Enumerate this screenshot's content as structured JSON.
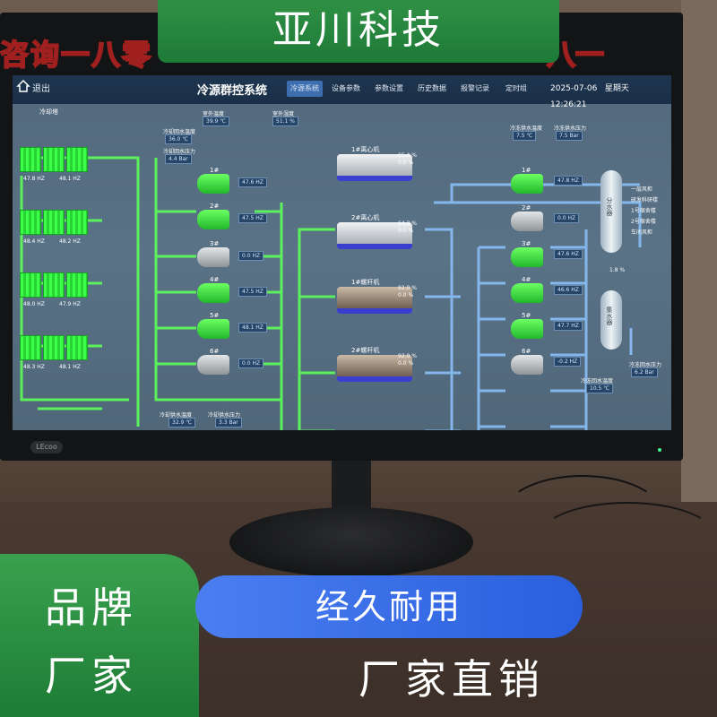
{
  "overlay": {
    "top_banner": "亚川科技",
    "consult_left": "咨询一八零",
    "consult_right": "一八一",
    "brand_line1": "品牌",
    "brand_line2": "厂家",
    "durable": "经久耐用",
    "direct_sale": "厂家直销",
    "bezel_logo": "LEcoo"
  },
  "hmi": {
    "exit": "退出",
    "title": "冷源群控系统",
    "tabs": [
      "冷源系统",
      "设备参数",
      "参数设置",
      "历史数据",
      "报警记录",
      "定时组"
    ],
    "date": "2025-07-06",
    "weekday": "星期天",
    "time": "12:26:21",
    "cooling_tower_label": "冷却塔",
    "top_readouts": [
      {
        "label": "室外温度",
        "value": "39.9 ℃"
      },
      {
        "label": "室外湿度",
        "value": "51.1 %"
      }
    ],
    "cooling_water": [
      {
        "label": "冷却回水温度",
        "value": "36.0 ℃"
      },
      {
        "label": "冷却回水压力",
        "value": "4.4 Bar"
      }
    ],
    "tower_freqs": [
      "47.8 HZ",
      "48.1 HZ",
      "48.4 HZ",
      "48.2 HZ",
      "48.0 HZ",
      "47.9 HZ",
      "48.3 HZ",
      "48.1 HZ"
    ],
    "cw_pumps": [
      {
        "name": "1#",
        "freq": "47.6 HZ"
      },
      {
        "name": "2#",
        "freq": "47.5 HZ"
      },
      {
        "name": "3#",
        "freq": "0.0 HZ"
      },
      {
        "name": "4#",
        "freq": "47.5 HZ"
      },
      {
        "name": "5#",
        "freq": "48.1 HZ"
      },
      {
        "name": "6#",
        "freq": "0.0 HZ"
      }
    ],
    "chillers": [
      {
        "name": "1#离心机",
        "load": "65.4 %",
        "extra": "0.0 %"
      },
      {
        "name": "2#离心机",
        "load": "64.3 %",
        "extra": "0.0 %"
      },
      {
        "name": "1#螺杆机",
        "load": "92.0 %",
        "extra": "0.0 %"
      },
      {
        "name": "2#螺杆机",
        "load": "92.0 %",
        "extra": "0.0 %"
      }
    ],
    "chilled_supply": [
      {
        "label": "冷冻供水温度",
        "value": "7.5 ℃"
      },
      {
        "label": "冷冻供水压力",
        "value": "7.5 Bar"
      }
    ],
    "chw_pumps": [
      {
        "name": "1#",
        "freq": "47.8 HZ"
      },
      {
        "name": "2#",
        "freq": "0.0 HZ"
      },
      {
        "name": "3#",
        "freq": "47.6 HZ"
      },
      {
        "name": "4#",
        "freq": "46.6 HZ"
      },
      {
        "name": "5#",
        "freq": "47.7 HZ"
      },
      {
        "name": "6#",
        "freq": "-0.2 HZ"
      }
    ],
    "header_tank_labels": [
      "分水器",
      "集水器"
    ],
    "branch_labels": [
      "一层风柜",
      "研发科研楼",
      "1号宿舍楼",
      "2号宿舍楼",
      "车间风柜"
    ],
    "bypass_value": "1.8 %",
    "chilled_return": [
      {
        "label": "冷冻回水温度",
        "value": "10.5 ℃"
      },
      {
        "label": "冷冻回水压力",
        "value": "6.2 Bar"
      }
    ],
    "bottom_cooling": [
      {
        "label": "冷却供水温度",
        "value": "32.9 ℃"
      },
      {
        "label": "冷却供水压力",
        "value": "3.3 Bar"
      }
    ]
  },
  "colors": {
    "pipe_green": "#5eff5a",
    "pipe_blue": "#7fb6ff",
    "banner_green": "#27863d",
    "pill_blue": "#2f63e0"
  }
}
